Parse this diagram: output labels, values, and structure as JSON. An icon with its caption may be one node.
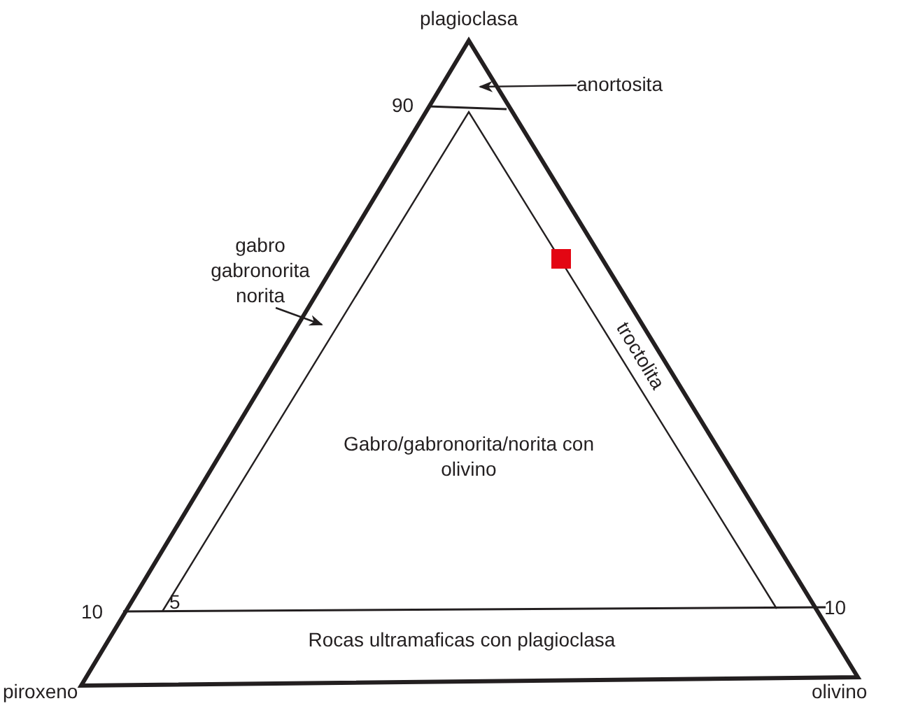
{
  "diagram": {
    "nodes": [
      {
        "text": [
          "anortosita"
        ]
      },
      {
        "text": [
          "gabro gabronorita norita"
        ]
      }
    ],
    "edges": [
      {
        "from": 0,
        "to": null,
        "arrow": "to"
      },
      {
        "from": 1,
        "to": null,
        "arrow": "to"
      }
    ],
    "labels": [
      "plagioclasa",
      "90",
      "troctolita",
      "Gabro/gabronorita/norita con olivino",
      "10",
      "5",
      "10",
      "Rocas ultramaficas con plagioclasa",
      "piroxeno",
      "olivino"
    ]
  }
}
